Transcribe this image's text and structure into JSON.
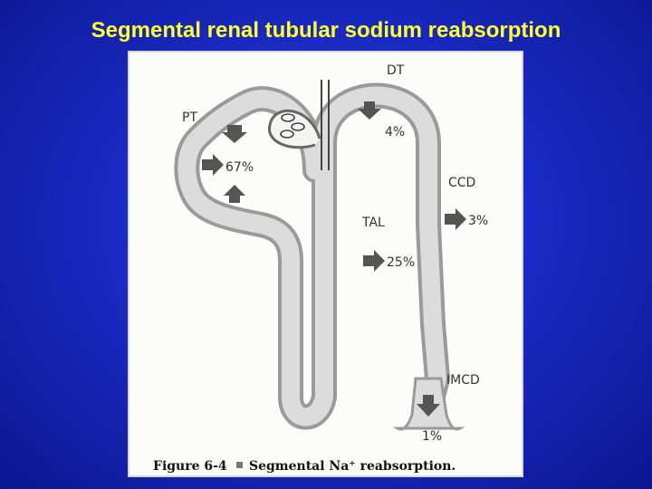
{
  "title": "Segmental renal tubular sodium reabsorption",
  "figure": {
    "labels": {
      "pt": "PT",
      "dt": "DT",
      "tal": "TAL",
      "ccd": "CCD",
      "imcd": "IMCD"
    },
    "percentages": {
      "pt": "67%",
      "dt": "4%",
      "tal": "25%",
      "ccd": "3%",
      "imcd": "1%"
    },
    "caption_number": "Figure 6-4",
    "caption_text": "Segmental Na⁺ reabsorption."
  }
}
